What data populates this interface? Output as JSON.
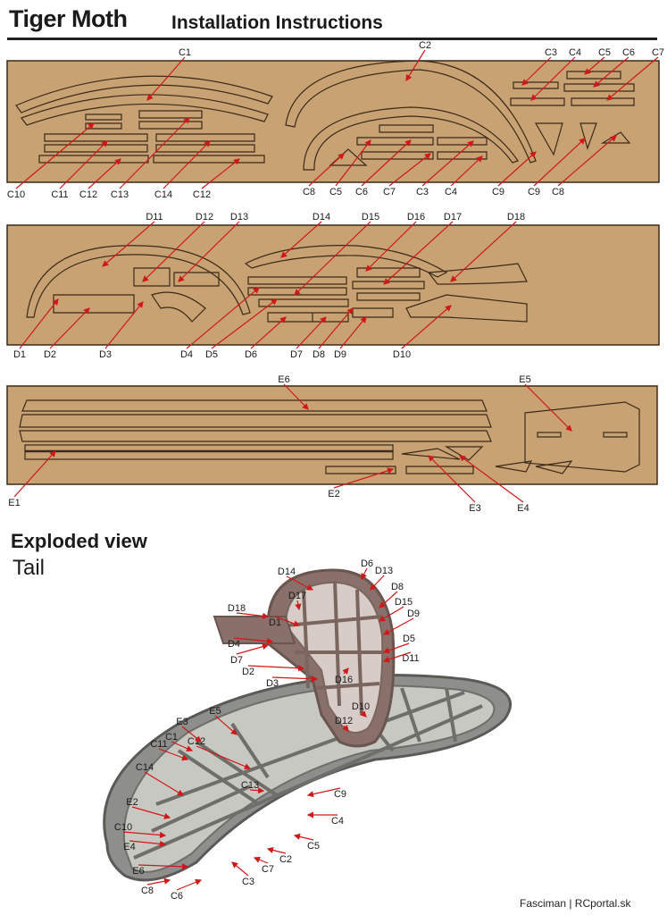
{
  "header": {
    "title": "Tiger Moth",
    "subtitle": "Installation Instructions"
  },
  "panel_c": {
    "top_labels": [
      "C1",
      "C2",
      "C3",
      "C4",
      "C5",
      "C6",
      "C7"
    ],
    "bottom_labels": [
      "C10",
      "C11",
      "C12",
      "C13",
      "C14",
      "C12",
      "C8",
      "C5",
      "C6",
      "C7",
      "C3",
      "C4",
      "C9",
      "C9",
      "C8"
    ]
  },
  "panel_d": {
    "top_labels": [
      "D11",
      "D12",
      "D13",
      "D14",
      "D15",
      "D16",
      "D17",
      "D18"
    ],
    "bottom_labels": [
      "D1",
      "D2",
      "D3",
      "D4",
      "D5",
      "D6",
      "D7",
      "D8",
      "D9",
      "D10"
    ]
  },
  "panel_e": {
    "labels": [
      "E6",
      "E5",
      "E1",
      "E2",
      "E3",
      "E4"
    ]
  },
  "exploded": {
    "title": "Exploded view",
    "subtitle": "Tail",
    "labels": [
      "D14",
      "D6",
      "D13",
      "D8",
      "D17",
      "D15",
      "D9",
      "D18",
      "D1",
      "D5",
      "D11",
      "D16",
      "D7",
      "D4",
      "D2",
      "D3",
      "D10",
      "D12",
      "E5",
      "C12",
      "E3",
      "C1",
      "C11",
      "C14",
      "C13",
      "C9",
      "E2",
      "C4",
      "C10",
      "E4",
      "C5",
      "E6",
      "C2",
      "C7",
      "C3",
      "C8",
      "C6"
    ]
  },
  "colors": {
    "sheet": "#c9a273",
    "part_line": "#3a2a1a",
    "annotation": "#d01818",
    "frame_fin": "#8a706a",
    "frame_stab": "#7d7d79"
  },
  "credit": "Fasciman | RCportal.sk"
}
